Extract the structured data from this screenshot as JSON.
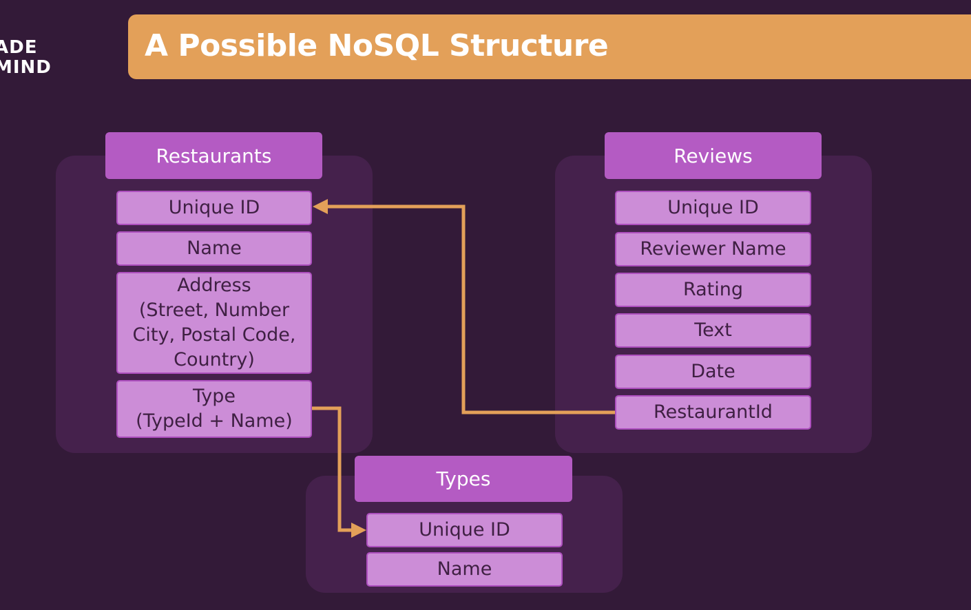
{
  "logo": {
    "line1": "ADE",
    "line2": "MIND"
  },
  "slide": {
    "title": "A Possible NoSQL Structure"
  },
  "colors": {
    "background": "#331a38",
    "title_bar": "#e3a059",
    "panel": "#45214c",
    "table_header": "#b45bc3",
    "field_fill": "#cc8dd7",
    "field_border": "#ad4fbe",
    "connector": "#e3a059"
  },
  "tables": {
    "restaurants": {
      "name": "Restaurants",
      "fields": [
        "Unique ID",
        "Name",
        "Address\n(Street, Number\nCity, Postal Code,\nCountry)",
        "Type\n(TypeId + Name)"
      ]
    },
    "reviews": {
      "name": "Reviews",
      "fields": [
        "Unique ID",
        "Reviewer Name",
        "Rating",
        "Text",
        "Date",
        "RestaurantId"
      ]
    },
    "types": {
      "name": "Types",
      "fields": [
        "Unique ID",
        "Name"
      ]
    }
  },
  "relations": [
    {
      "from": "reviews.RestaurantId",
      "to": "restaurants.Unique ID"
    },
    {
      "from": "restaurants.Type",
      "to": "types.Unique ID"
    }
  ]
}
